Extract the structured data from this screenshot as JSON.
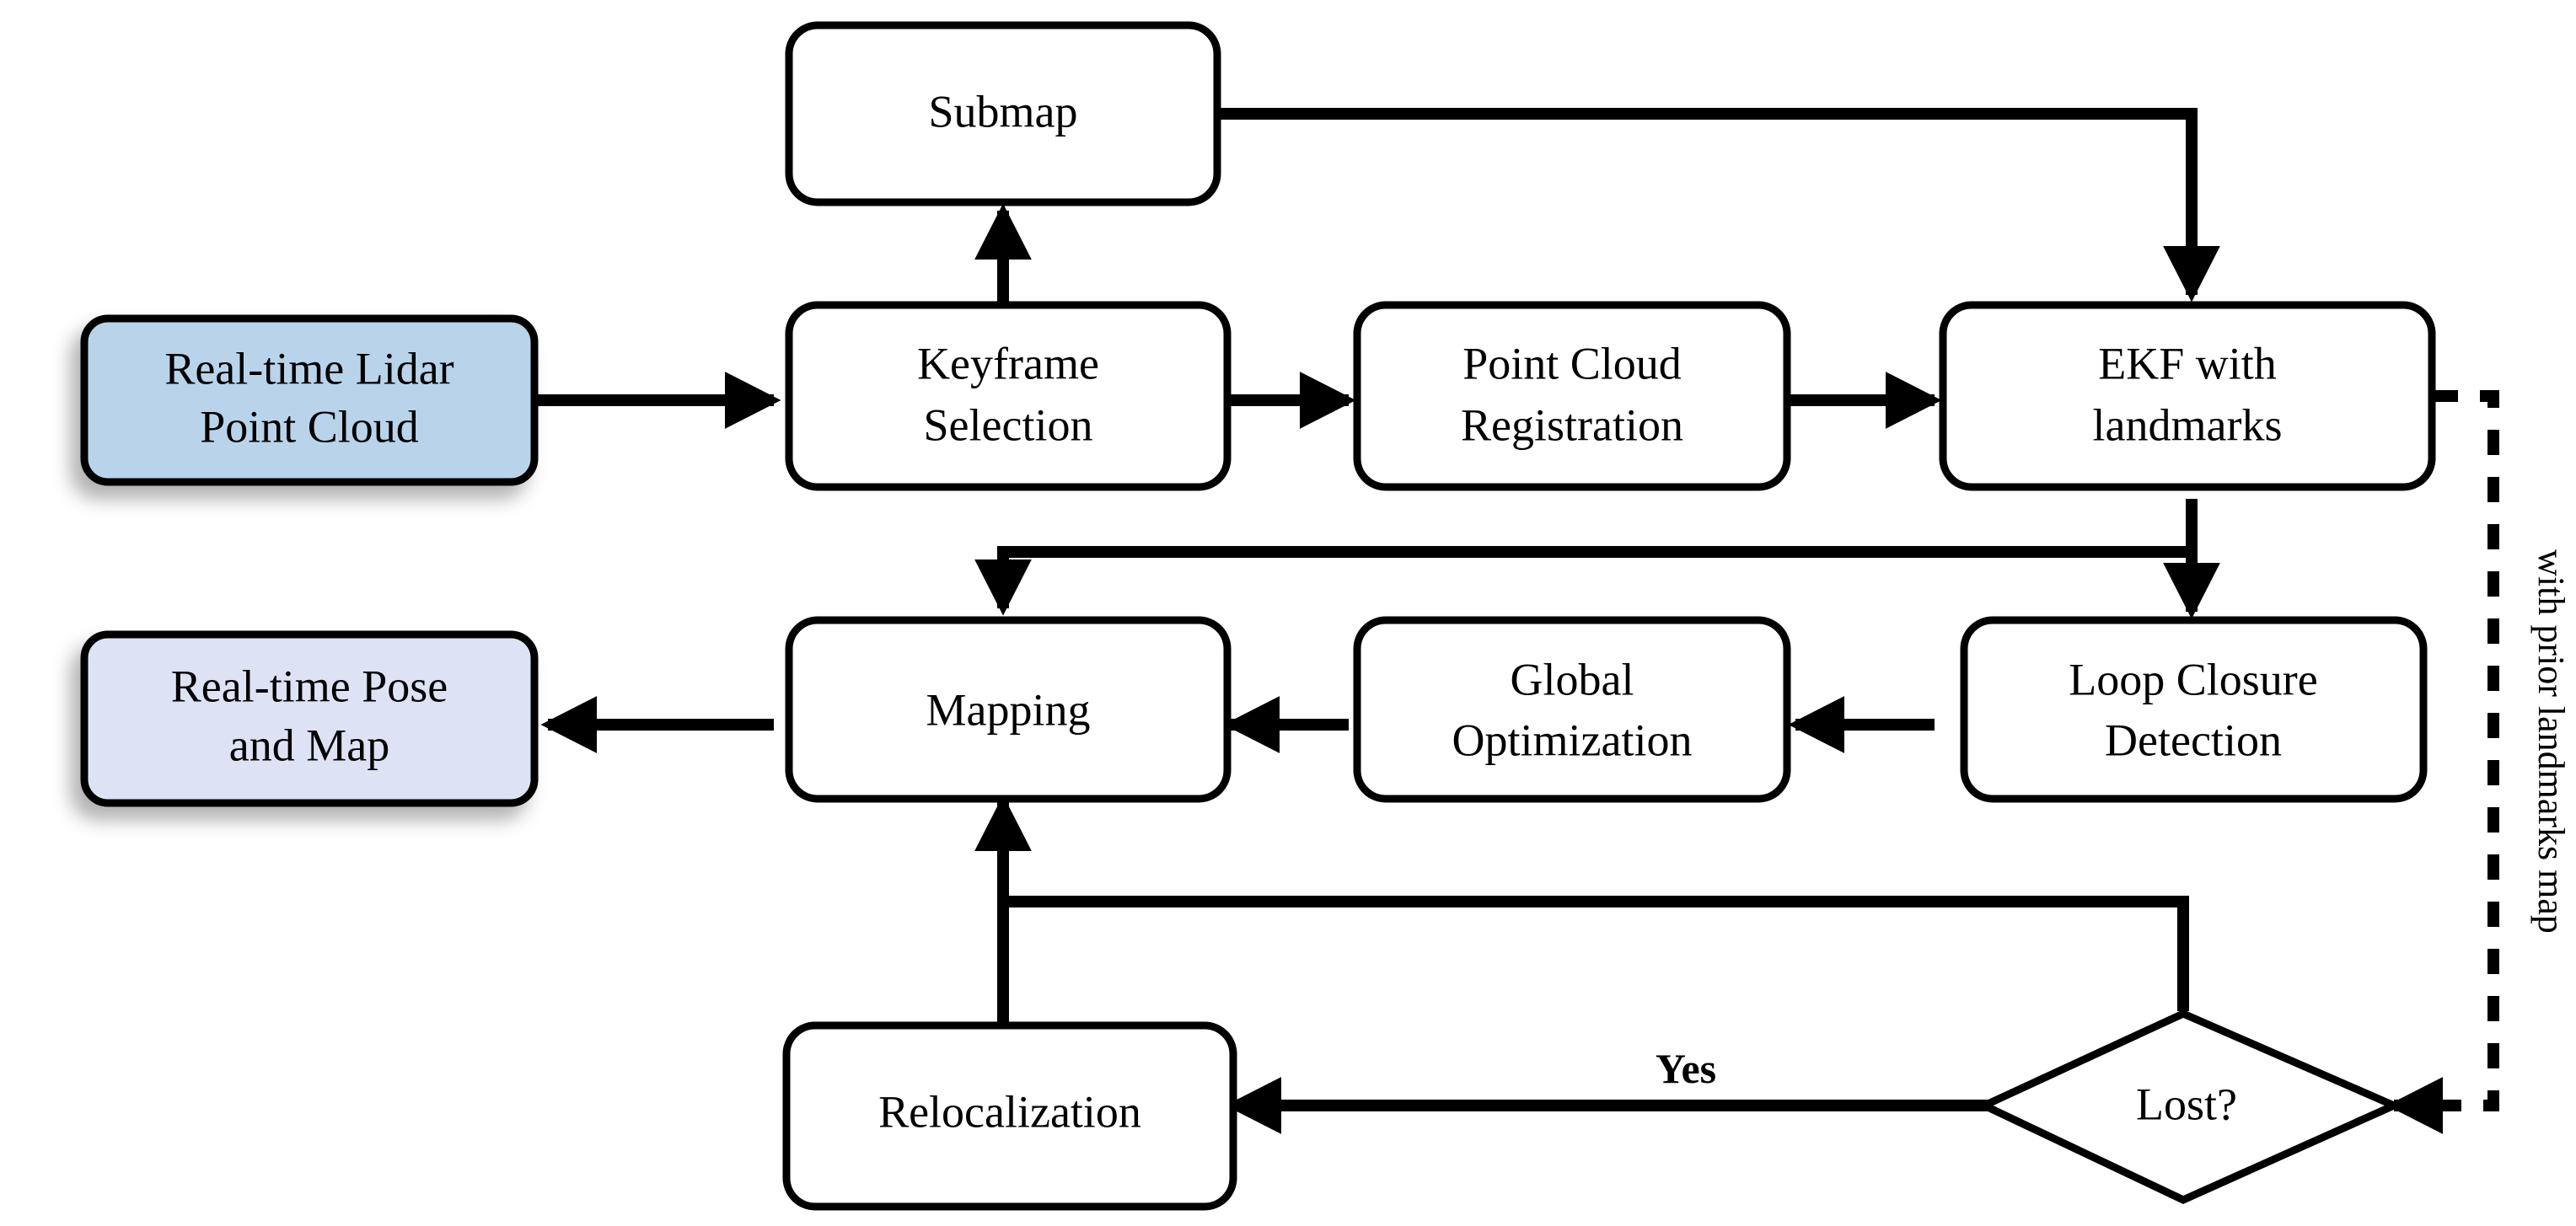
{
  "diagram": {
    "title": "Lidar SLAM pipeline flowchart",
    "colors": {
      "input_fill": "#b9d4ea",
      "output_fill": "#dde3f4",
      "process_fill": "#ffffff",
      "stroke": "#000000"
    },
    "nodes": {
      "lidar_input": {
        "label_line1": "Real-time Lidar",
        "label_line2": "Point Cloud",
        "shape": "rounded-rect",
        "role": "input"
      },
      "pose_output": {
        "label_line1": "Real-time Pose",
        "label_line2": "and Map",
        "shape": "rounded-rect",
        "role": "output"
      },
      "submap": {
        "label_line1": "Submap",
        "label_line2": "",
        "shape": "rounded-rect",
        "role": "process"
      },
      "keyframe": {
        "label_line1": "Keyframe",
        "label_line2": "Selection",
        "shape": "rounded-rect",
        "role": "process"
      },
      "registration": {
        "label_line1": "Point Cloud",
        "label_line2": "Registration",
        "shape": "rounded-rect",
        "role": "process"
      },
      "ekf": {
        "label_line1": "EKF with",
        "label_line2": "landmarks",
        "shape": "rounded-rect",
        "role": "process"
      },
      "loop_closure": {
        "label_line1": "Loop Closure",
        "label_line2": "Detection",
        "shape": "rounded-rect",
        "role": "process"
      },
      "global_opt": {
        "label_line1": "Global",
        "label_line2": "Optimization",
        "shape": "rounded-rect",
        "role": "process"
      },
      "mapping": {
        "label_line1": "Mapping",
        "label_line2": "",
        "shape": "rounded-rect",
        "role": "process"
      },
      "relocalization": {
        "label_line1": "Relocalization",
        "label_line2": "",
        "shape": "rounded-rect",
        "role": "process"
      },
      "lost_decision": {
        "label_line1": "Lost?",
        "label_line2": "",
        "shape": "diamond",
        "role": "decision"
      }
    },
    "edge_labels": {
      "yes": "Yes",
      "prior_map": "with prior landmarks map"
    }
  }
}
